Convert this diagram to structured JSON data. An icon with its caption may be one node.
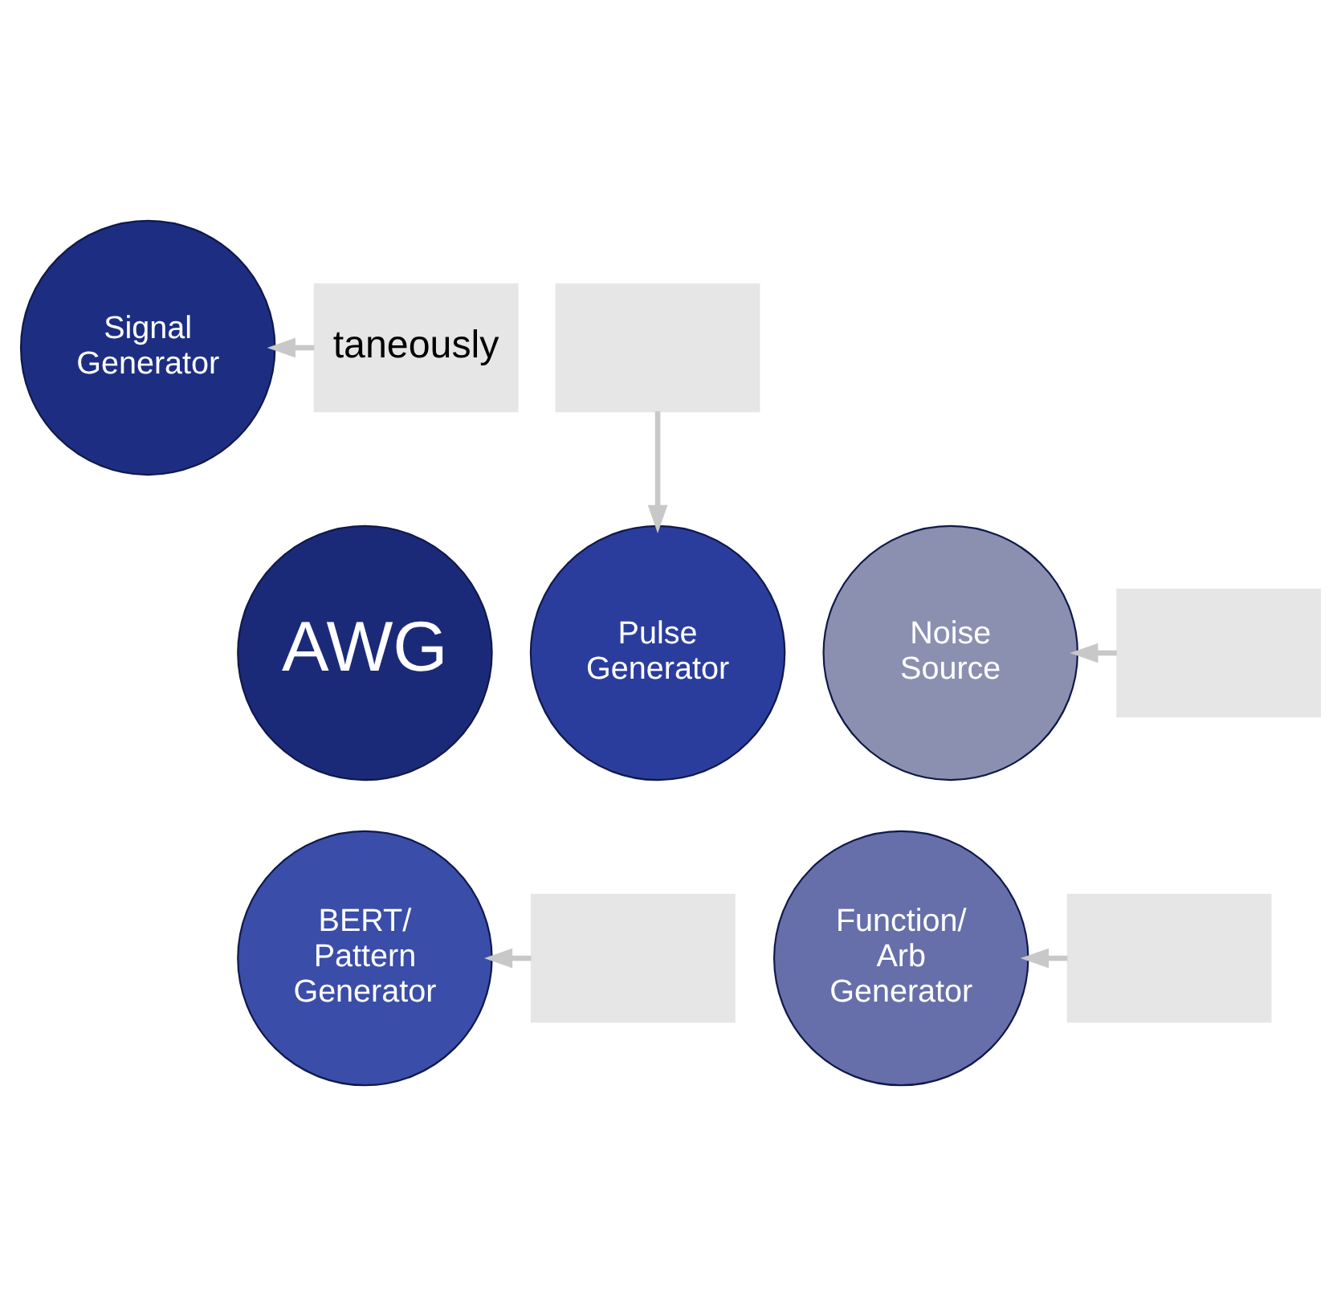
{
  "diagram": {
    "nodes": [
      {
        "text": [
          "AWG"
        ]
      },
      {
        "text": [
          "Signal Generator"
        ]
      },
      {
        "text": [
          "Pulse Generator"
        ]
      },
      {
        "text": [
          "BERT/ Pattern Generator"
        ]
      },
      {
        "text": [
          "Function/ Arb Generator"
        ]
      },
      {
        "text": [
          "Noise Source"
        ]
      },
      {
        "text": [
          "taneously"
        ]
      },
      {
        "text": [],
        "shape": "box"
      },
      {
        "text": [],
        "shape": "box"
      },
      {
        "text": [],
        "shape": "box"
      },
      {
        "text": [],
        "shape": "box"
      }
    ],
    "edges": [
      {
        "from": 6,
        "to": 1,
        "arrow": "to"
      },
      {
        "from": 7,
        "to": 2,
        "arrow": "to"
      },
      {
        "from": 8,
        "to": 5,
        "arrow": "to"
      },
      {
        "from": 9,
        "to": 3,
        "arrow": "to"
      },
      {
        "from": 10,
        "to": 4,
        "arrow": "to"
      }
    ]
  }
}
